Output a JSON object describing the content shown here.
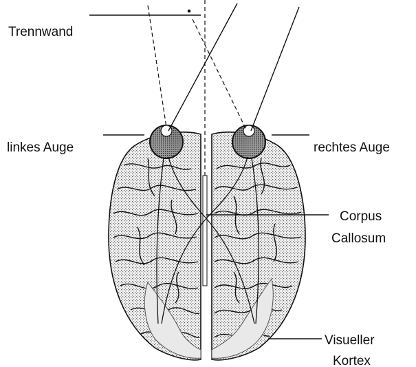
{
  "labels": {
    "partition": "Trennwand",
    "left_eye": "linkes Auge",
    "right_eye": "rechtes Auge",
    "corpus_line1": "Corpus",
    "corpus_line2": "Callosum",
    "visual_line1": "Visueller",
    "visual_line2": "Kortex"
  },
  "colors": {
    "ink": "#111111",
    "brain_fill": "#d6d6d6",
    "eye_fill": "#8a8a8a",
    "cortex_fill": "#e6e6e6"
  }
}
